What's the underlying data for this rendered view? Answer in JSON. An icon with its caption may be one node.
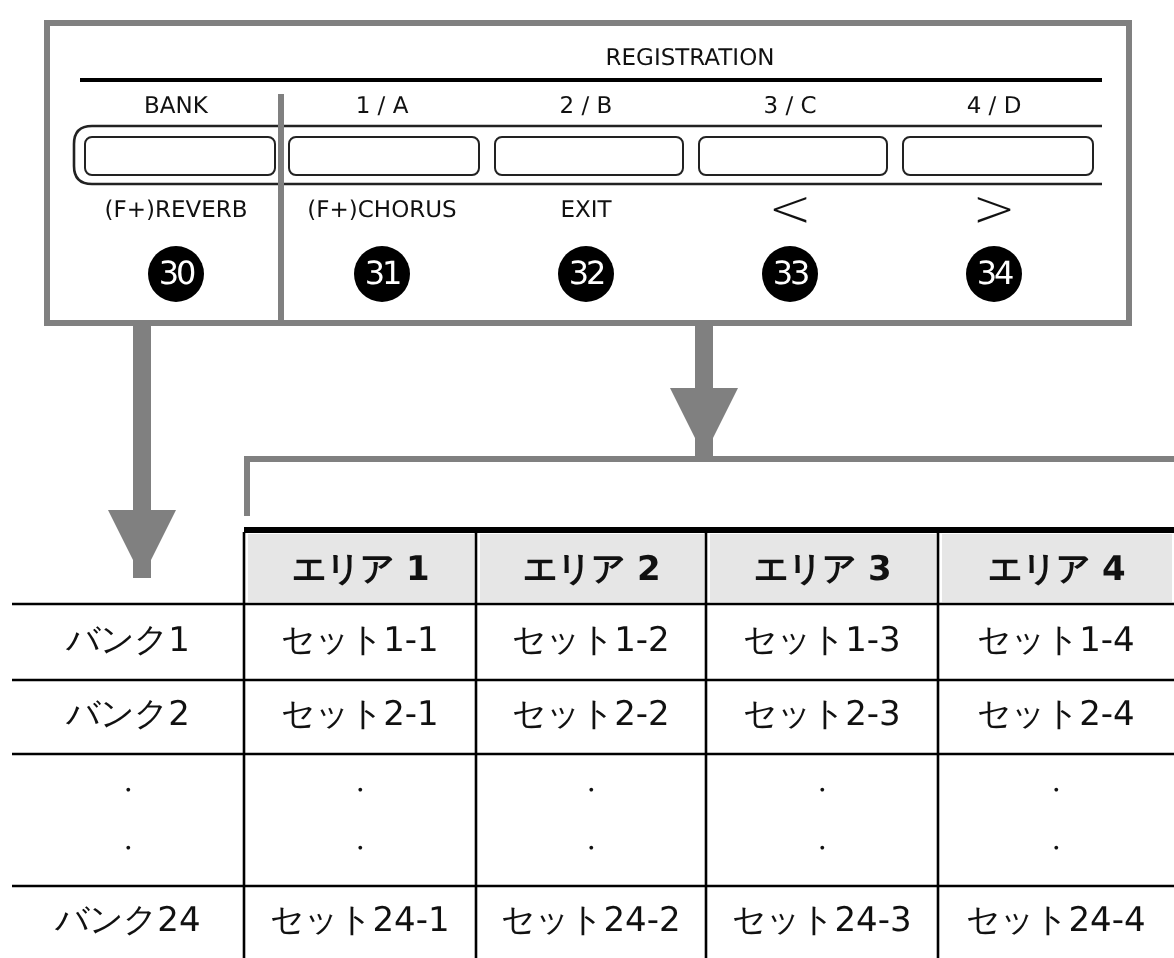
{
  "diagram": {
    "nodes": [
      {
        "text": [
          "REGISTRATION"
        ]
      },
      {
        "text": [
          "BANK",
          "(F+)REVERB",
          "30"
        ],
        "in": 0
      },
      {
        "text": [
          "1 / A",
          "2 / B",
          "3 / C",
          "4 / D",
          "(F+)CHORUS",
          "EXIT",
          "<",
          ">",
          "31",
          "32",
          "33",
          "34"
        ],
        "in": 0
      },
      {
        "text": [],
        "shape": "box",
        "in": 1
      },
      {
        "text": [],
        "shape": "box",
        "in": 2
      },
      {
        "text": [],
        "shape": "box",
        "in": 2
      },
      {
        "text": [],
        "shape": "box",
        "in": 2
      },
      {
        "text": [],
        "shape": "box",
        "in": 2
      },
      {
        "text": [],
        "shape": "bracket"
      }
    ],
    "edges": [
      {
        "from": 1,
        "to": null,
        "arrow": "to"
      },
      {
        "from": 2,
        "to": 8,
        "arrow": "to"
      }
    ],
    "labels": [
      "エリア 1",
      "エリア 2",
      "エリア 3",
      "エリア 4",
      "バンク1",
      "セット1-1",
      "セット1-2",
      "セット1-3",
      "セット1-4",
      "バンク2",
      "セット2-1",
      "セット2-2",
      "セット2-3",
      "セット2-4",
      "・",
      "・",
      "・",
      "・",
      "・",
      "・",
      "・",
      "・",
      "・",
      "・",
      "バンク24",
      "セット24-1",
      "セット24-2",
      "セット24-3",
      "セット24-4"
    ]
  }
}
